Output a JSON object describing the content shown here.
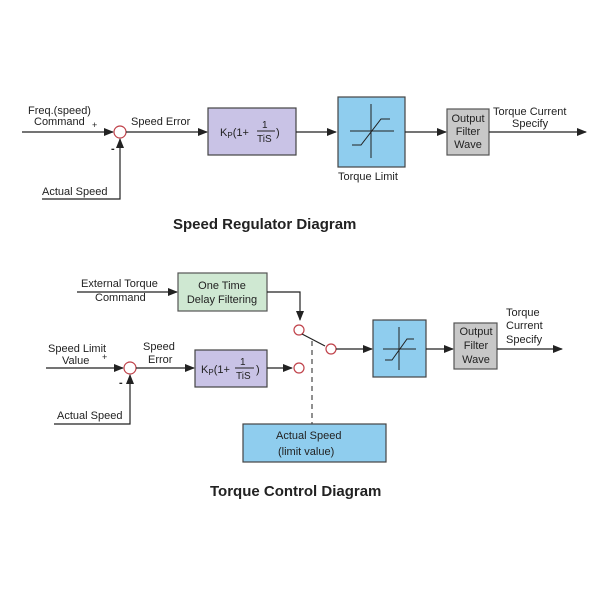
{
  "speed_regulator": {
    "title": "Speed Regulator Diagram",
    "input_label_line1": "Freq.(speed)",
    "input_label_line2": "Command",
    "plus_sign": "+",
    "minus_sign": "-",
    "feedback_label": "Actual Speed",
    "error_label": "Speed Error",
    "pi_block": {
      "kp": "K",
      "kp_sub": "P",
      "open": "(1+",
      "num": "1",
      "den": "TiS",
      "close": ")",
      "color": "#c9c3e6"
    },
    "limit_block": {
      "label": "Torque Limit",
      "color": "#8fcdee"
    },
    "filter_block": {
      "line1": "Output",
      "line2": "Filter",
      "line3": "Wave",
      "color": "#c8c8c8"
    },
    "output_label_line1": "Torque Current",
    "output_label_line2": "Specify"
  },
  "torque_control": {
    "title": "Torque Control Diagram",
    "ext_label_line1": "External Torque",
    "ext_label_line2": "Command",
    "delay_block": {
      "line1": "One Time",
      "line2": "Delay Filtering",
      "color": "#cfe8d2"
    },
    "input_label_line1": "Speed Limit",
    "input_label_line2": "Value",
    "plus_sign": "+",
    "minus_sign": "-",
    "feedback_label": "Actual Speed",
    "error_label_line1": "Speed",
    "error_label_line2": "Error",
    "pi_block": {
      "kp": "K",
      "kp_sub": "P",
      "open": "(1+",
      "num": "1",
      "den": "TiS",
      "close": ")",
      "color": "#c9c3e6"
    },
    "limit_block": {
      "color": "#8fcdee"
    },
    "filter_block": {
      "line1": "Output",
      "line2": "Filter",
      "line3": "Wave",
      "color": "#c8c8c8"
    },
    "output_label_line1": "Torque",
    "output_label_line2": "Current",
    "output_label_line3": "Specify",
    "actual_speed_block": {
      "line1": "Actual Speed",
      "line2": "(limit value)",
      "color": "#8fcdee"
    }
  }
}
